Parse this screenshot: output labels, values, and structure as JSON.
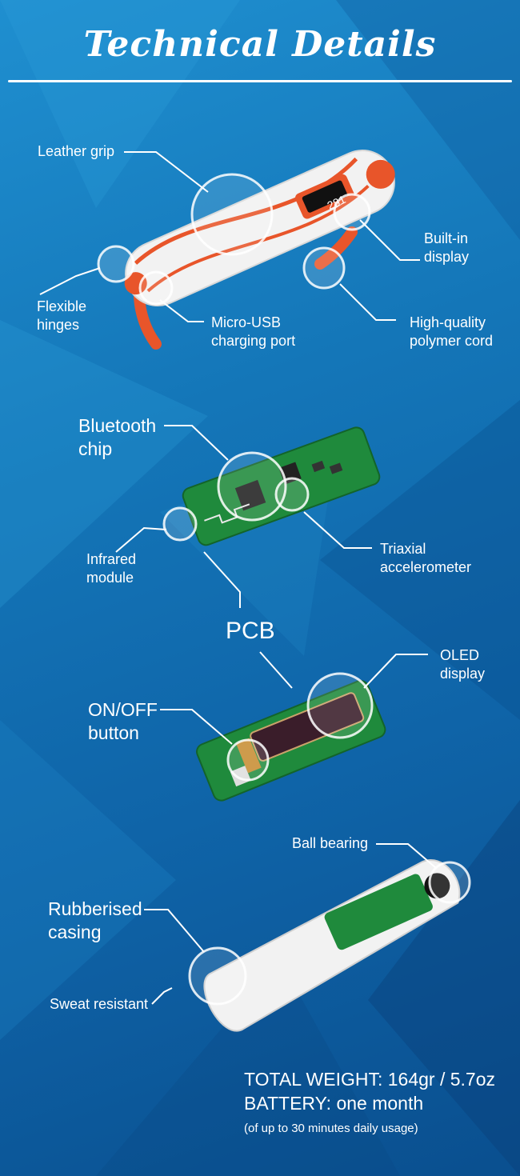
{
  "header": {
    "title": "Technical Details"
  },
  "device": {
    "display_value": "281"
  },
  "callouts": {
    "leather_grip": "Leather grip",
    "built_in_display": [
      "Built-in",
      "display"
    ],
    "flexible_hinges": [
      "Flexible",
      "hinges"
    ],
    "micro_usb": [
      "Micro-USB",
      "charging port"
    ],
    "polymer_cord": [
      "High-quality",
      "polymer cord"
    ],
    "bluetooth": [
      "Bluetooth",
      "chip"
    ],
    "infrared": [
      "Infrared",
      "module"
    ],
    "triaxial": [
      "Triaxial",
      "accelerometer"
    ],
    "pcb": "PCB",
    "oled": [
      "OLED",
      "display"
    ],
    "onoff": [
      "ON/OFF",
      "button"
    ],
    "ball_bearing": "Ball bearing",
    "rubberised": [
      "Rubberised",
      "casing"
    ],
    "sweat": "Sweat resistant"
  },
  "specs": {
    "weight": "TOTAL WEIGHT: 164gr / 5.7oz",
    "battery": "BATTERY: one month",
    "usage": "(of up to 30 minutes daily usage)"
  },
  "colors": {
    "accent_orange": "#e8552a",
    "pcb_green": "#1f8a3c",
    "casing_white": "#f2f2f2"
  }
}
